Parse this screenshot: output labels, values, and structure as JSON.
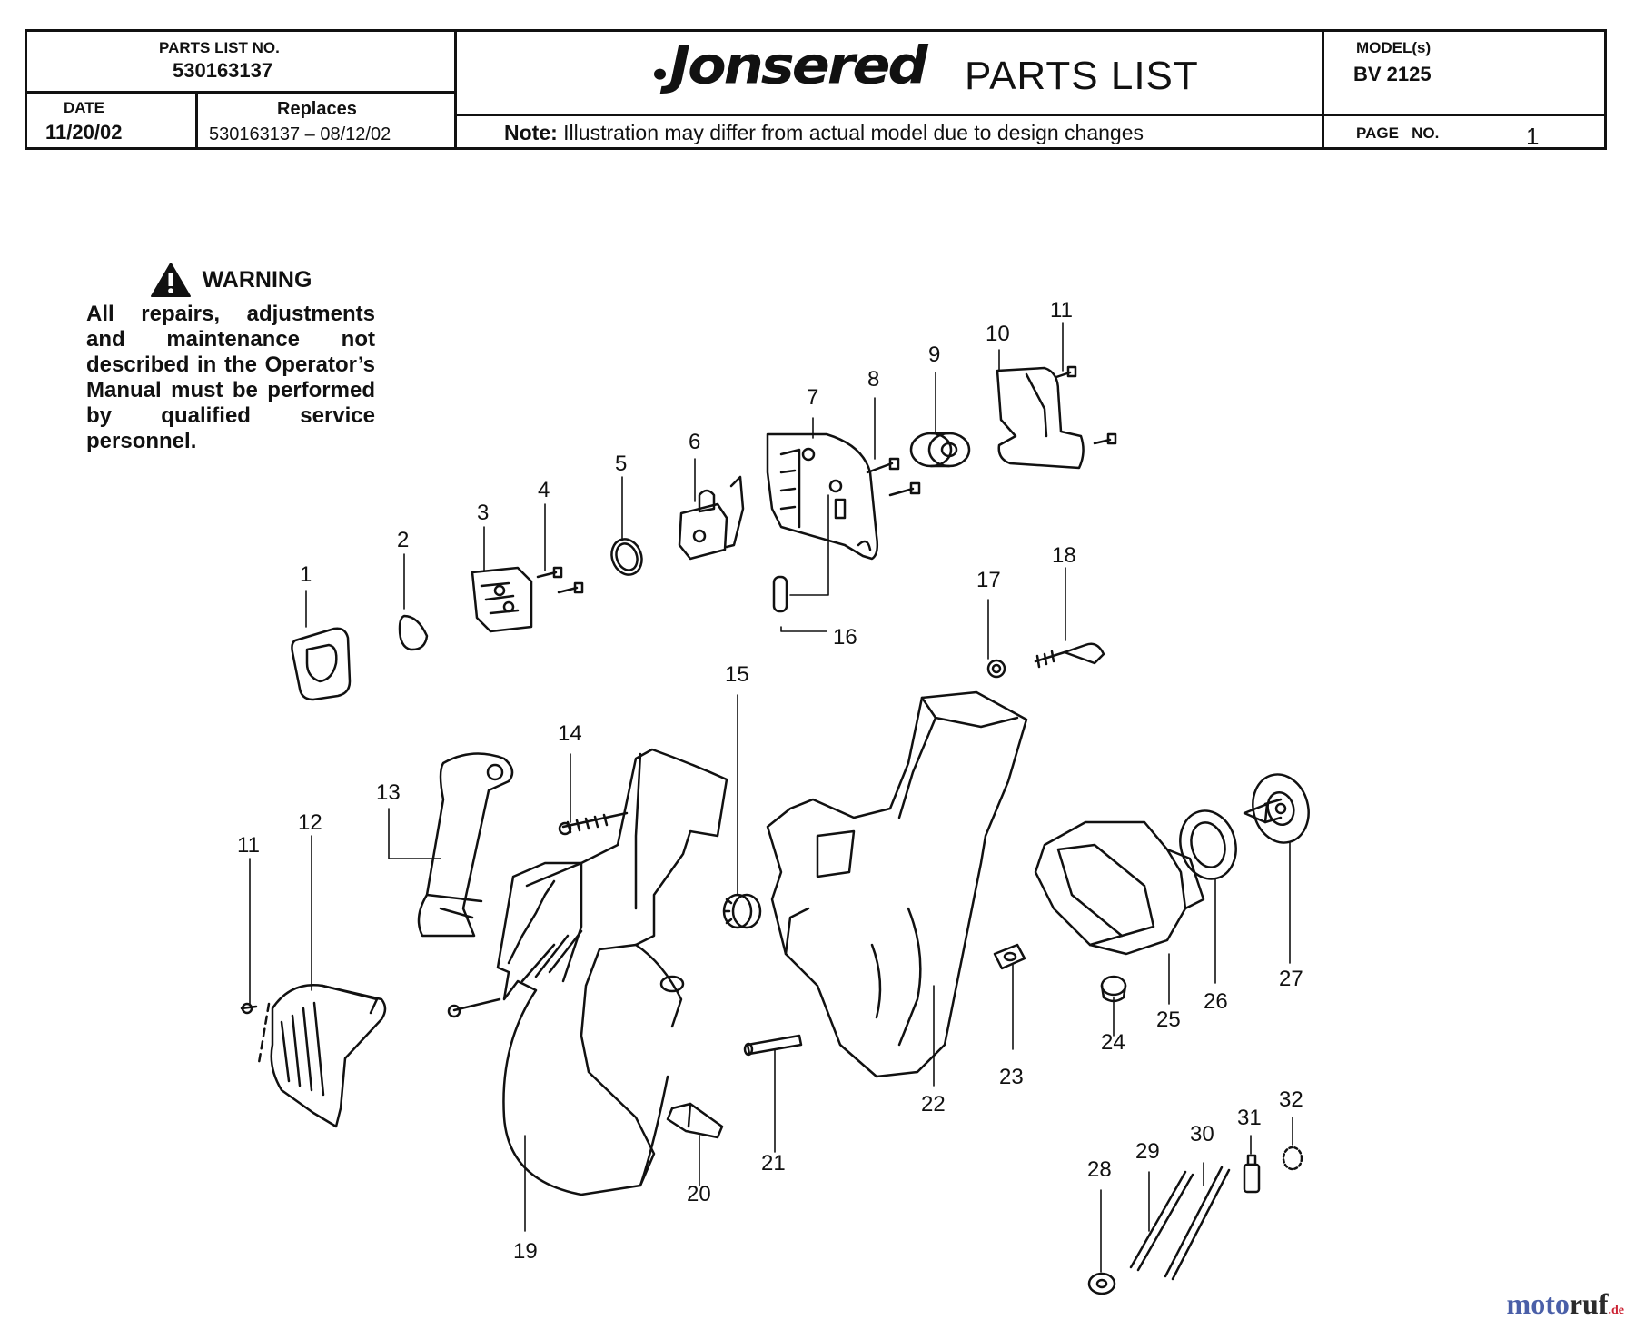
{
  "header": {
    "parts_list_no_label": "PARTS LIST NO.",
    "parts_list_no": "530163137",
    "date_label": "DATE",
    "date": "11/20/02",
    "replaces_label": "Replaces",
    "replaces": "530163137 – 08/12/02",
    "brand": "Jonsered",
    "title": "PARTS LIST",
    "note_label": "Note:",
    "note_text": "Illustration may differ from actual model due to design changes",
    "models_label": "MODEL(s)",
    "models": "BV 2125",
    "page_label": "PAGE   NO.",
    "page_no": "1"
  },
  "warning": {
    "title": "WARNING",
    "text": "All repairs, adjustments and maintenance not described in the Operator’s Manual must be performed by qualified service personnel."
  },
  "callouts": [
    "1",
    "2",
    "3",
    "4",
    "5",
    "6",
    "7",
    "8",
    "9",
    "10",
    "11",
    "12",
    "13",
    "14",
    "15",
    "16",
    "17",
    "18",
    "19",
    "20",
    "21",
    "22",
    "23",
    "24",
    "25",
    "26",
    "27",
    "28",
    "29",
    "30",
    "31",
    "32",
    "11"
  ],
  "watermark": {
    "main": "moto",
    "accent": "ruf",
    "tld": ".de"
  }
}
